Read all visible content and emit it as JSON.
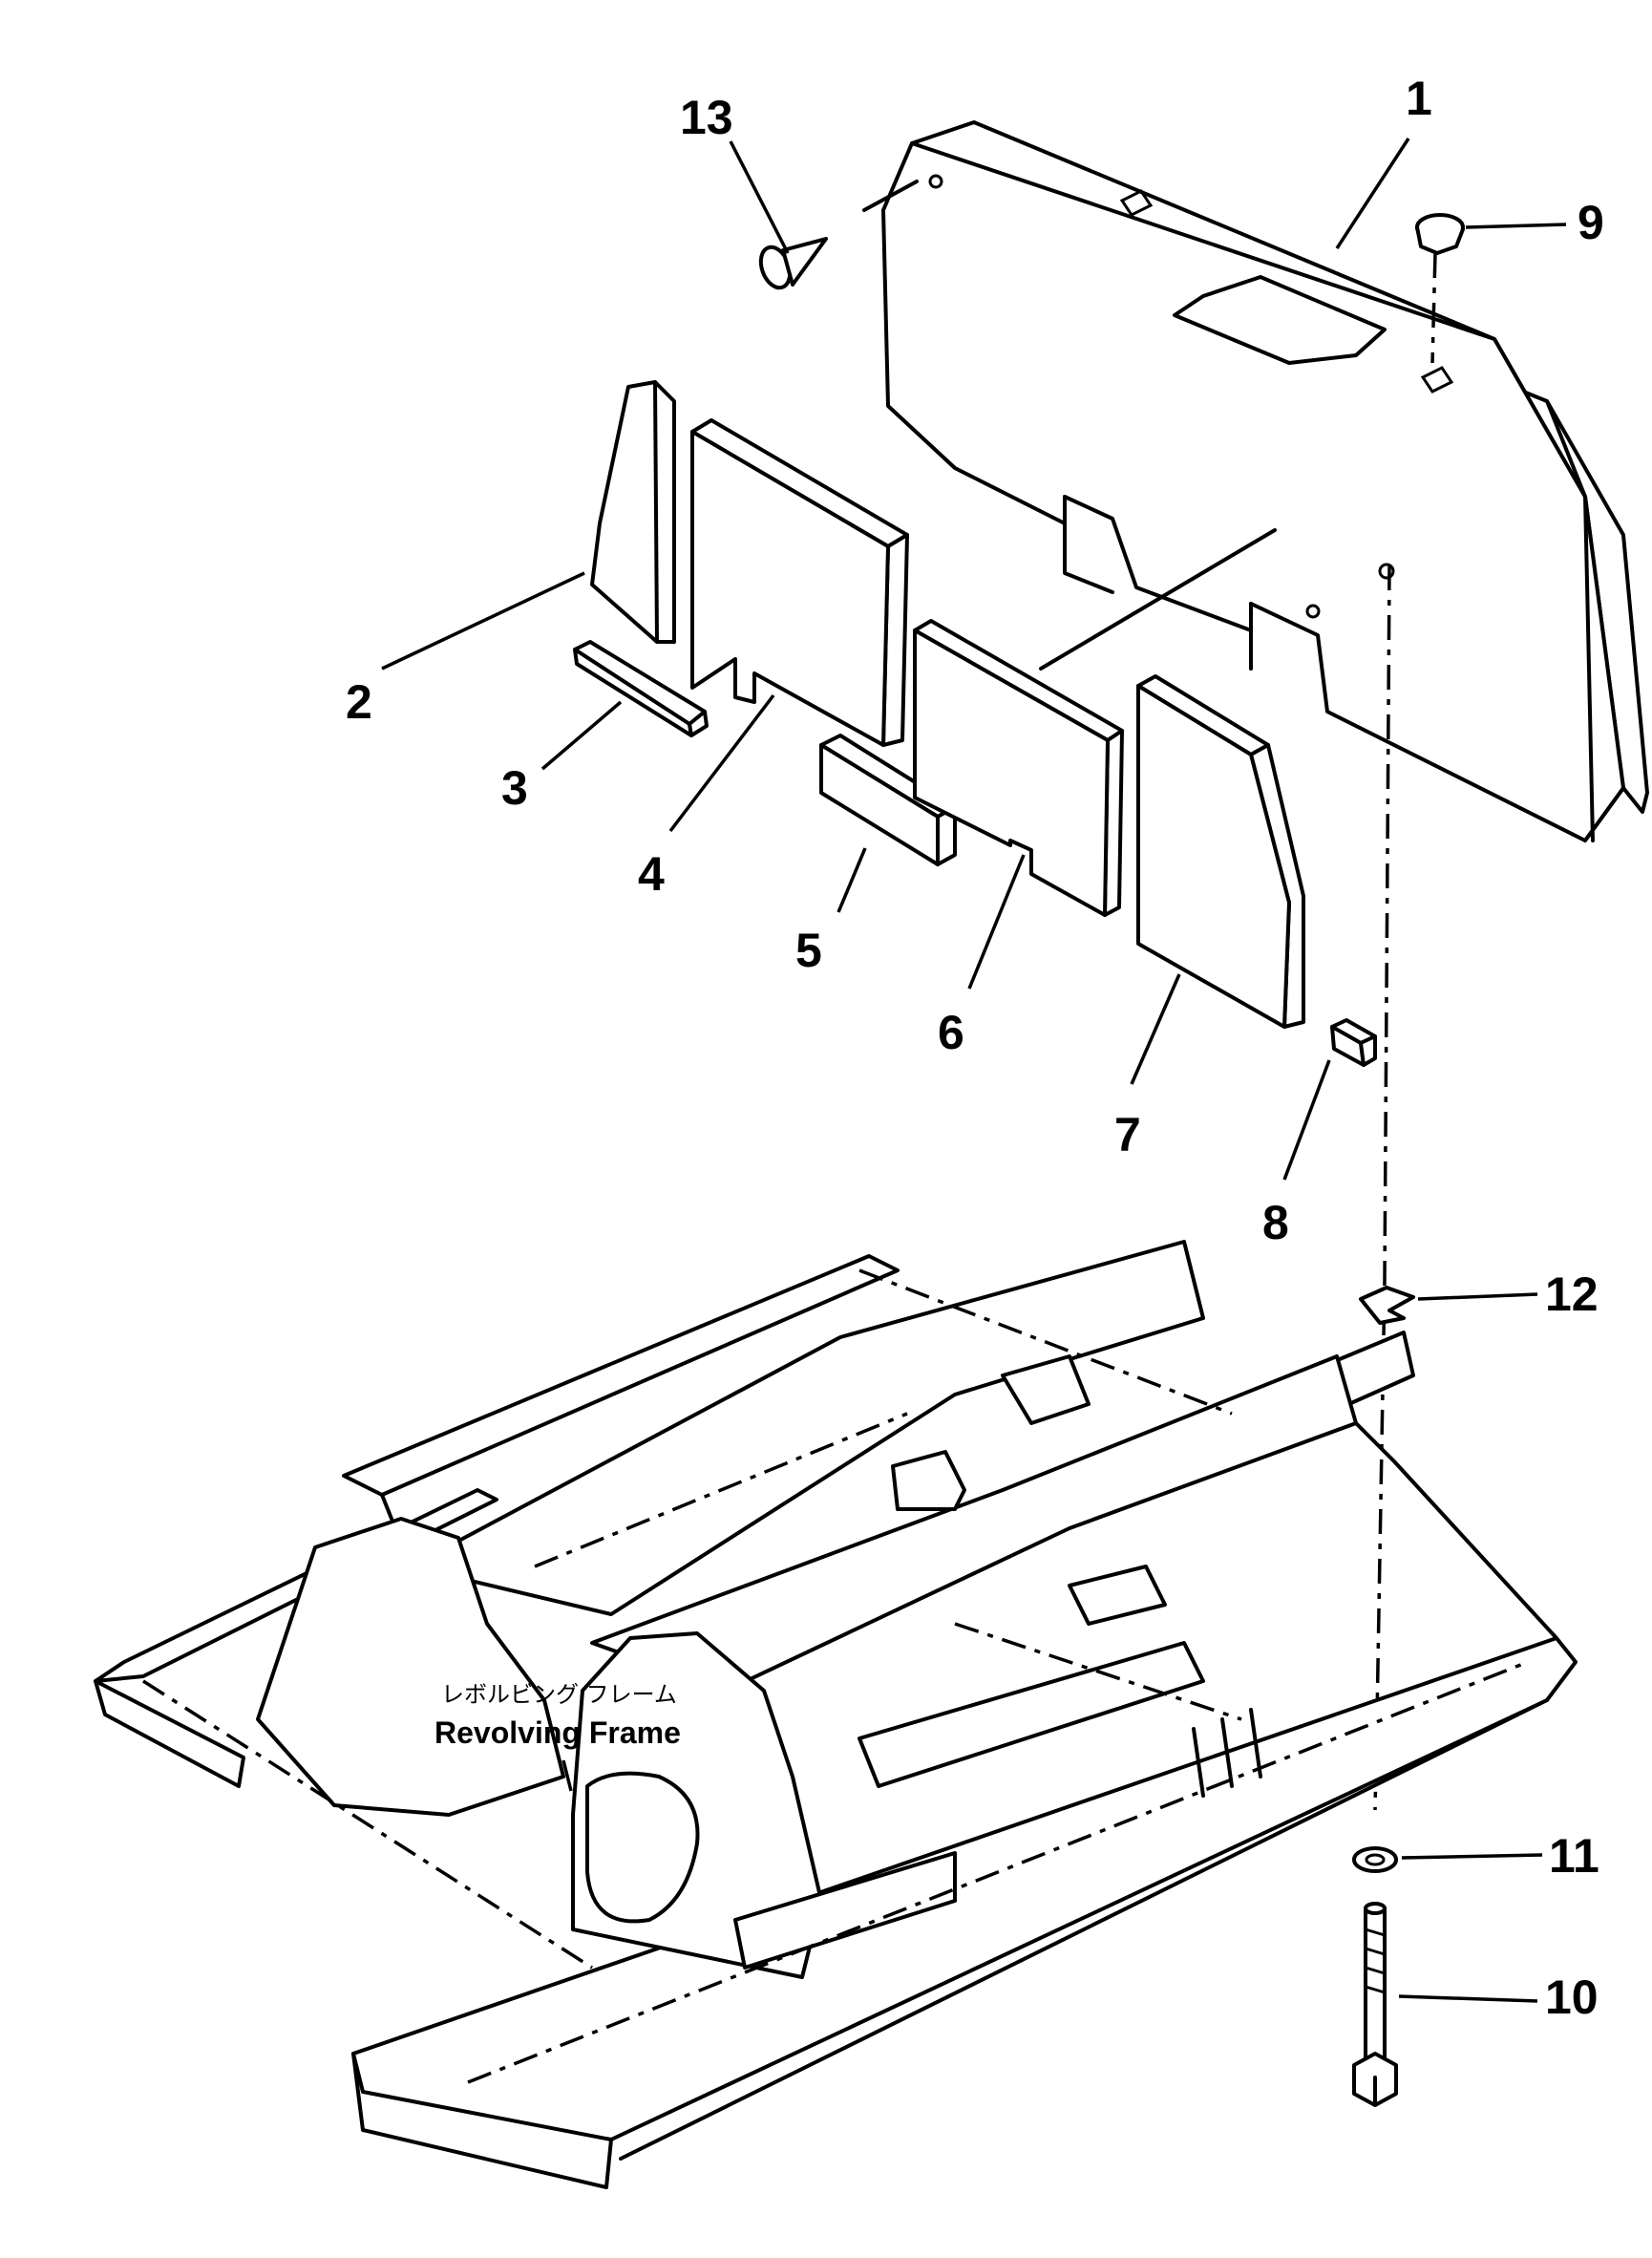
{
  "callouts": [
    "1",
    "2",
    "3",
    "4",
    "5",
    "6",
    "7",
    "8",
    "9",
    "10",
    "11",
    "12",
    "13"
  ],
  "frame_label": {
    "jp": "レボルビング フレーム",
    "en": "Revolving Frame"
  }
}
